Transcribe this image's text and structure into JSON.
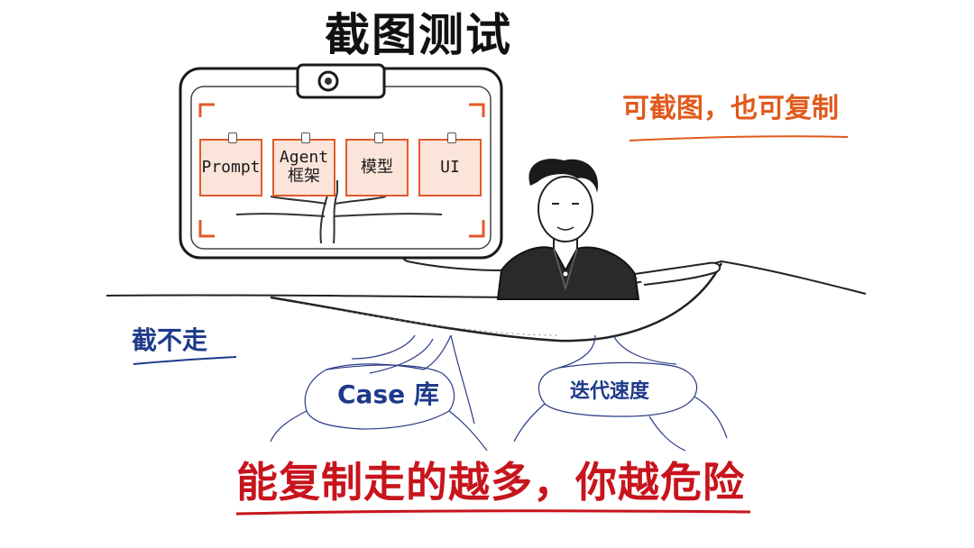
{
  "title": "截图测试",
  "annotation_top_right": "可截图，也可复制",
  "annotation_left": "截不走",
  "roots": [
    {
      "label": "Case 库"
    },
    {
      "label": "迭代速度"
    }
  ],
  "cards": [
    {
      "label": "Prompt"
    },
    {
      "label": "Agent\n框架"
    },
    {
      "label": "模型"
    },
    {
      "label": "UI"
    }
  ],
  "headline": "能复制走的越多，你越危险",
  "colors": {
    "orange": "#e05a1c",
    "blue": "#1d3a8a",
    "red": "#c8141c",
    "ink": "#111111",
    "card_fill": "#fbe4da"
  }
}
